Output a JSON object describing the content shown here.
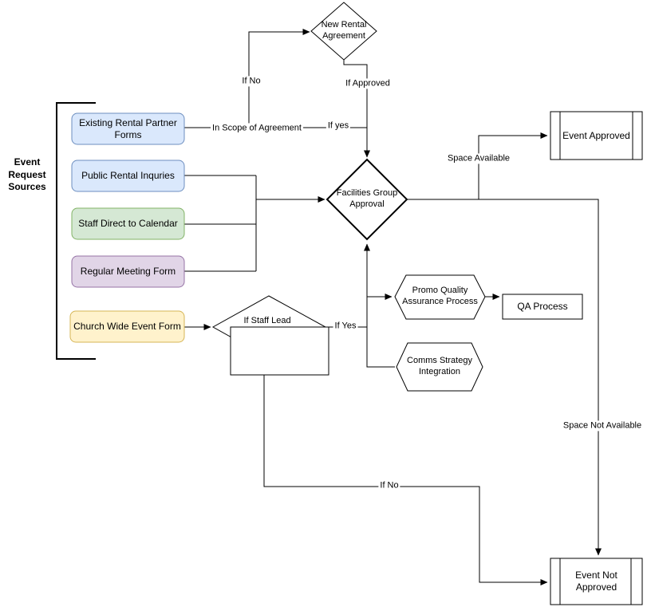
{
  "diagram": {
    "source_group_label": "Event Request Sources",
    "nodes": {
      "existing": {
        "label": "Existing Rental Partner Forms",
        "fill": "#dae8fc",
        "stroke": "#6c8ebf"
      },
      "public": {
        "label": "Public Rental Inquries",
        "fill": "#dae8fc",
        "stroke": "#6c8ebf"
      },
      "staff_direct": {
        "label": "Staff Direct to Calendar",
        "fill": "#d5e8d4",
        "stroke": "#82b366"
      },
      "regular_meeting": {
        "label": "Regular Meeting Form",
        "fill": "#e1d5e7",
        "stroke": "#9673a6"
      },
      "church_wide": {
        "label": "Church Wide Event Form",
        "fill": "#fff2cc",
        "stroke": "#d6b656"
      },
      "new_rental": {
        "label": "New Rental Agreement",
        "fill": "#ffffff",
        "stroke": "#000000"
      },
      "facilities": {
        "label": "Facilities Group Approval",
        "fill": "#ffffff",
        "stroke": "#000000"
      },
      "staff_lead": {
        "label": "If Staff Lead",
        "fill": "#ffffff",
        "stroke": "#000000"
      },
      "promo_qa": {
        "label": "Promo Quality Assurance Process",
        "fill": "#ffffff",
        "stroke": "#000000"
      },
      "comms": {
        "label": "Comms Strategy Integration",
        "fill": "#ffffff",
        "stroke": "#000000"
      },
      "qa_process": {
        "label": "QA Process",
        "fill": "#ffffff",
        "stroke": "#000000"
      },
      "event_approved": {
        "label": "Event Approved",
        "fill": "#ffffff",
        "stroke": "#000000"
      },
      "event_not_approved": {
        "label": "Event Not Approved",
        "fill": "#ffffff",
        "stroke": "#000000"
      }
    },
    "edge_labels": {
      "if_no_top": "If No",
      "if_approved": "If Approved",
      "in_scope": "In Scope of Agreement",
      "if_yes_new_rental": "If yes",
      "space_available": "Space Available",
      "if_yes_staff_lead": "If Yes",
      "space_not_available": "Space Not Available",
      "if_no_staff_lead": "If No"
    },
    "line_color": "#000000"
  }
}
